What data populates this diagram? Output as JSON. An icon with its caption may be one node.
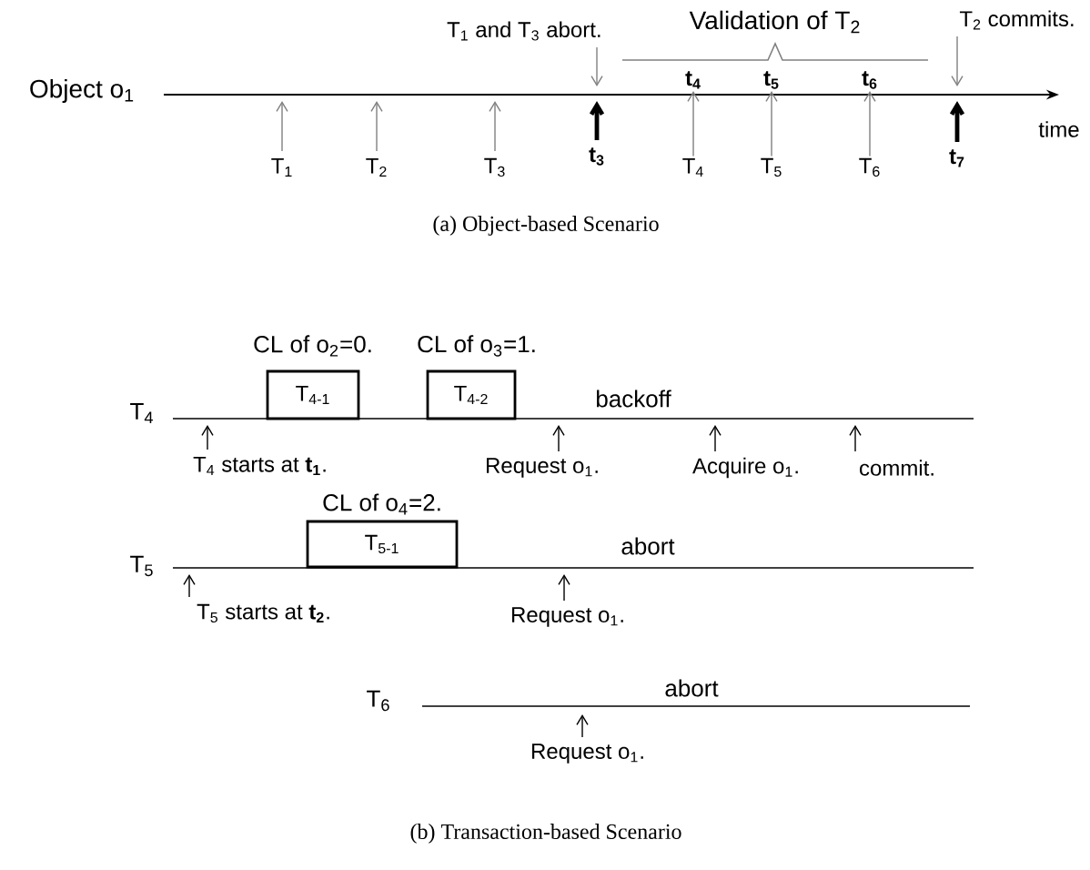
{
  "diagram": {
    "nodes": [
      {
        "text": [
          "T$_{1}$"
        ]
      },
      {
        "text": [
          "T$_{2}$"
        ]
      },
      {
        "text": [
          "T$_{3}$"
        ]
      },
      {
        "text": [
          "t$_{3}$"
        ]
      },
      {
        "text": [
          "T$_{4}$"
        ]
      },
      {
        "text": [
          "T$_{5}$"
        ]
      },
      {
        "text": [
          "T$_{6}$"
        ]
      },
      {
        "text": [
          "t$_{7}$"
        ]
      },
      {
        "text": [
          "T$_{1}$ and T$_{3}$ abort."
        ]
      },
      {
        "text": [
          "T$_{2}$ commits."
        ]
      },
      {
        "text": [
          "T$_{4-1}$"
        ],
        "beside": [
          "CL of o$_{2}$=0."
        ]
      },
      {
        "text": [
          "T$_{4-2}$"
        ],
        "beside": [
          "CL of o$_{3}$=1."
        ]
      },
      {
        "text": [
          "T$_{5-1}$"
        ],
        "beside": [
          "CL of o$_{4}$=2."
        ]
      },
      {
        "text": [
          "T$_{4}$ starts at **t$_{1}$**."
        ]
      },
      {
        "text": [
          "Request o$_{1}$."
        ]
      },
      {
        "text": [
          "Acquire o$_{1}$."
        ]
      },
      {
        "text": [
          "commit."
        ]
      },
      {
        "text": [
          "T$_{5}$ starts at **t$_{2}$**."
        ]
      },
      {
        "text": [
          "Request o$_{1}$."
        ]
      },
      {
        "text": [
          "Request o$_{1}$."
        ]
      },
      {
        "text": [
          "t$_{4}$"
        ]
      },
      {
        "text": [
          "t$_{5}$"
        ]
      },
      {
        "text": [
          "t$_{6}$"
        ]
      }
    ],
    "edges": [
      {
        "from": 0,
        "to": null,
        "arrow": "to",
        "color": "#808080"
      },
      {
        "from": 1,
        "to": null,
        "arrow": "to",
        "color": "#808080"
      },
      {
        "from": 2,
        "to": null,
        "arrow": "to",
        "color": "#808080"
      },
      {
        "from": 3,
        "to": null,
        "arrow": "to",
        "style": "thick"
      },
      {
        "from": 4,
        "to": 20,
        "arrow": "to",
        "color": "#808080"
      },
      {
        "from": 5,
        "to": 21,
        "arrow": "to",
        "color": "#808080"
      },
      {
        "from": 6,
        "to": 22,
        "arrow": "to",
        "color": "#808080"
      },
      {
        "from": 7,
        "to": null,
        "arrow": "to",
        "style": "thick"
      },
      {
        "from": 8,
        "to": null,
        "arrow": "to",
        "color": "#808080"
      },
      {
        "from": 9,
        "to": null,
        "arrow": "to",
        "color": "#808080"
      },
      {
        "from": 13,
        "to": null,
        "arrow": "to"
      },
      {
        "from": 14,
        "to": null,
        "arrow": "to"
      },
      {
        "from": 15,
        "to": null,
        "arrow": "to"
      },
      {
        "from": 16,
        "to": null,
        "arrow": "to"
      },
      {
        "from": 17,
        "to": null,
        "arrow": "to"
      },
      {
        "from": 18,
        "to": null,
        "arrow": "to"
      },
      {
        "from": 19,
        "to": null,
        "arrow": "to"
      }
    ],
    "labels": [
      "Validation of T$_{2}$",
      "Object o$_{1}$",
      "time",
      "(a) Object-based Scenario",
      "T$_{4}$",
      "backoff",
      "T$_{5}$",
      "abort",
      "T$_{6}$",
      "abort",
      "(b) Transaction-based Scenario"
    ]
  }
}
